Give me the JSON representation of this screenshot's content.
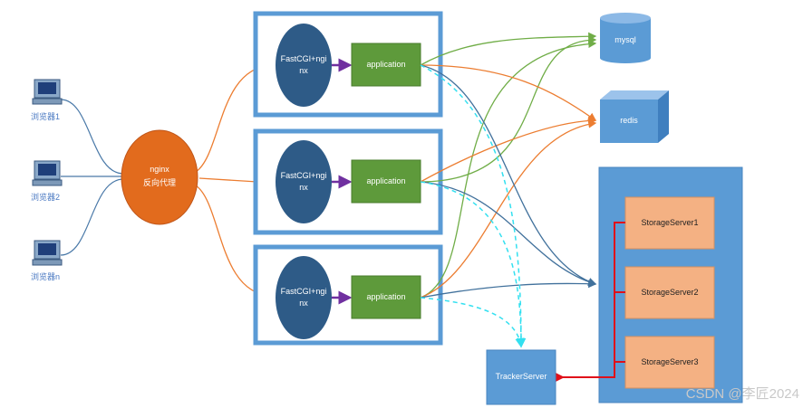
{
  "browsers": [
    {
      "label": "浏览器1"
    },
    {
      "label": "浏览器2"
    },
    {
      "label": "浏览器n"
    }
  ],
  "proxy": {
    "line1": "nginx",
    "line2": "反向代理"
  },
  "fastcgi": {
    "line1": "FastCGI+ngi",
    "line2": "nx"
  },
  "app_label": "application",
  "mysql_label": "mysql",
  "redis_label": "redis",
  "storage": [
    "StorageServer1",
    "StorageServer2",
    "StorageServer3"
  ],
  "tracker_label": "TrackerServer",
  "watermark": "CSDN @李匠2024",
  "colors": {
    "browser_line": "#4a79a8",
    "proxy_line": "#ec7d31",
    "proxy_fill": "#e26b1d",
    "box_border": "#5b9bd5",
    "circle_fill": "#2e5b87",
    "app_fill": "#5e9a3b",
    "arrow_purple": "#7030a0",
    "green_line": "#70ad47",
    "blue_line": "#41719c",
    "cyan_dash": "#33e0f0",
    "red_arrow": "#e0101a",
    "storage_panel": "#5b9bd5",
    "storage_item": "#f4b183"
  }
}
